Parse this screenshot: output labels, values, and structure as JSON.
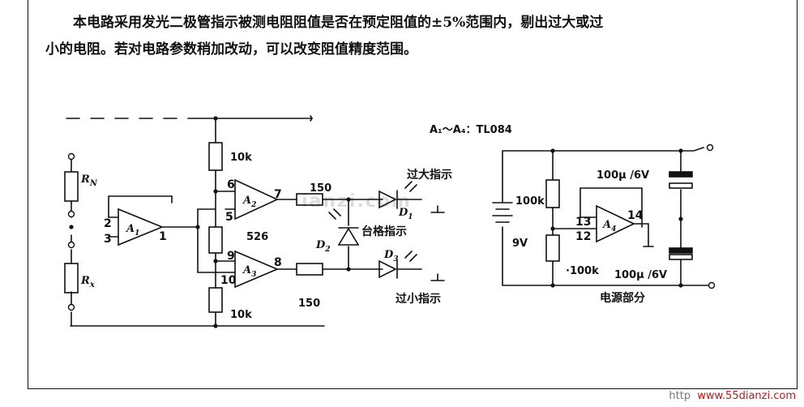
{
  "caption": {
    "line1": "本电路采用发光二极管指示被测电阻阻值是否在预定阻值的±5%范围内，剔出过大或过",
    "line2": "小的电阻。若对电路参数稍加改动，可以改变阻值精度范围。"
  },
  "labels": {
    "opamp_type": "A₁～A₄：TL084",
    "rn": "R",
    "rn_sub": "N",
    "rx": "R",
    "rx_sub": "x",
    "a1": "A",
    "a1_sub": "1",
    "a2": "A",
    "a2_sub": "2",
    "a3": "A",
    "a3_sub": "3",
    "a4": "A",
    "a4_sub": "4",
    "pin2": "2",
    "pin3": "3",
    "pin1": "1",
    "pin6": "6",
    "pin5": "5",
    "pin7": "7",
    "pin9": "9",
    "pin10": "10",
    "pin8": "8",
    "pin13": "13",
    "pin12": "12",
    "pin14": "14",
    "r_top": "10k",
    "r_mid": "526",
    "r_bot": "10k",
    "r_150_top": "150",
    "r_150_bot": "150",
    "led_over": "过大指示",
    "led_ok": "台格指示",
    "led_under": "过小指示",
    "d1": "D",
    "d1_sub": "1",
    "d2": "D",
    "d2_sub": "2",
    "d3": "D",
    "d3_sub": "3",
    "bat": "9V",
    "r_100k_top": "100k",
    "r_100k_bot": "·100k",
    "cap_top": "100μ  /6V",
    "cap_bot": "100μ  /6V",
    "power_title": "电源部分"
  },
  "watermark": {
    "prefix": "http",
    "site": "www.55dianzi.com"
  },
  "faint_mark": "ianzi.com"
}
